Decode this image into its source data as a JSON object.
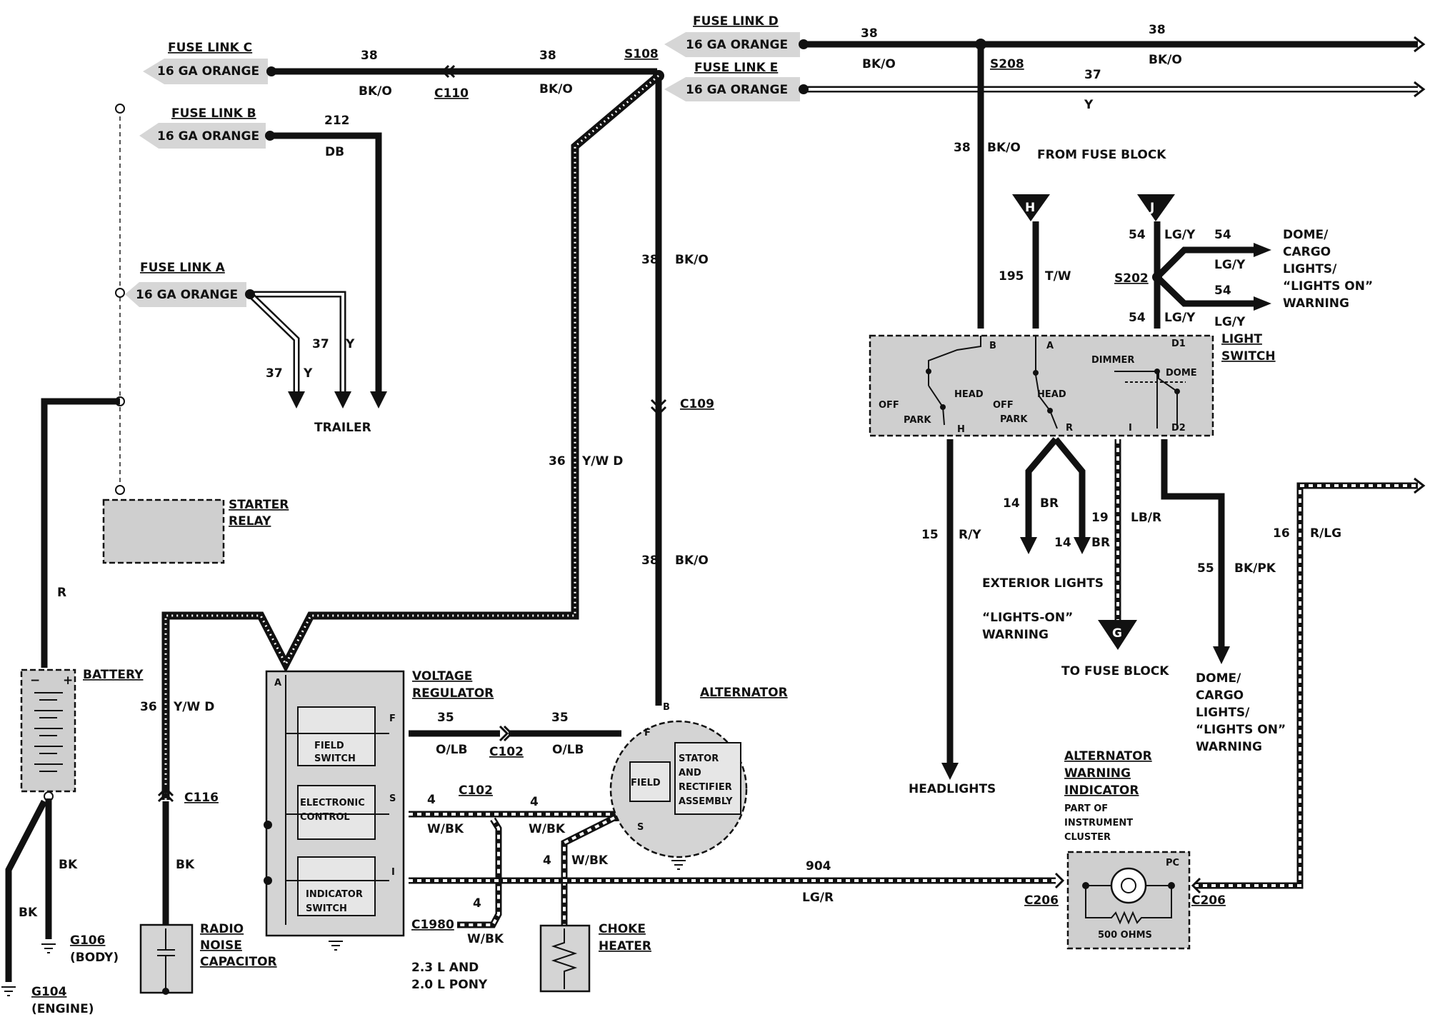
{
  "fuse_links": {
    "c": {
      "title": "FUSE LINK C",
      "spec": "16 GA ORANGE"
    },
    "b": {
      "title": "FUSE LINK B",
      "spec": "16 GA ORANGE"
    },
    "a": {
      "title": "FUSE LINK A",
      "spec": "16 GA ORANGE"
    },
    "d": {
      "title": "FUSE LINK D",
      "spec": "16 GA ORANGE"
    },
    "e": {
      "title": "FUSE LINK E",
      "spec": "16 GA ORANGE"
    }
  },
  "splices": {
    "s108": "S108",
    "s208": "S208",
    "s202": "S202"
  },
  "connectors": {
    "c110": "C110",
    "c109": "C109",
    "c116": "C116",
    "c102a": "C102",
    "c102b": "C102",
    "c1980": "C1980",
    "c206a": "C206",
    "c206b": "C206"
  },
  "wires": {
    "w38": "38",
    "bko": "BK/O",
    "w212": "212",
    "db": "DB",
    "w37": "37",
    "y": "Y",
    "w36": "36",
    "ywd": "Y/W D",
    "w35": "35",
    "olb": "O/LB",
    "w4": "4",
    "wbk": "W/BK",
    "w904": "904",
    "lgr": "LG/R",
    "w195": "195",
    "tw": "T/W",
    "w54": "54",
    "lgy": "LG/Y",
    "w14": "14",
    "br": "BR",
    "w15": "15",
    "ry": "R/Y",
    "w19": "19",
    "lbr": "LB/R",
    "w55": "55",
    "bkpk": "BK/PK",
    "w16": "16",
    "rlg": "R/LG",
    "r": "R",
    "bk": "BK"
  },
  "components": {
    "starter_relay": [
      "STARTER",
      "RELAY"
    ],
    "battery": "BATTERY",
    "battery_plus": "+",
    "battery_minus": "−",
    "voltage_regulator": [
      "VOLTAGE",
      "REGULATOR"
    ],
    "alternator": "ALTERNATOR",
    "field_switch": [
      "FIELD",
      "SWITCH"
    ],
    "electronic_control": [
      "ELECTRONIC",
      "CONTROL"
    ],
    "indicator_switch": [
      "INDICATOR",
      "SWITCH"
    ],
    "field": "FIELD",
    "stator": [
      "STATOR",
      "AND",
      "RECTIFIER",
      "ASSEMBLY"
    ],
    "radio_cap": [
      "RADIO",
      "NOISE",
      "CAPACITOR"
    ],
    "choke_heater": [
      "CHOKE",
      "HEATER"
    ],
    "light_switch": [
      "LIGHT",
      "SWITCH"
    ],
    "alt_warning": [
      "ALTERNATOR",
      "WARNING",
      "INDICATOR"
    ],
    "alt_warning_sub": [
      "PART OF",
      "INSTRUMENT",
      "CLUSTER"
    ],
    "ohms": "500 OHMS"
  },
  "terminals": {
    "a": "A",
    "f": "F",
    "s": "S",
    "i": "I",
    "b": "B",
    "d1": "D1",
    "d2": "D2",
    "h": "H",
    "r": "R",
    "pc": "PC",
    "off": "OFF",
    "park": "PARK",
    "head": "HEAD",
    "dimmer": "DIMMER",
    "dome": "DOME"
  },
  "grounds": {
    "g106": "G106",
    "g106_sub": "(BODY)",
    "g104": "G104",
    "g104_sub": "(ENGINE)"
  },
  "destinations": {
    "trailer": "TRAILER",
    "from_fuse_block": "FROM FUSE BLOCK",
    "to_fuse_block": "TO FUSE BLOCK",
    "exterior_lights": "EXTERIOR LIGHTS",
    "lights_on_warning": [
      "“LIGHTS-ON”",
      "WARNING"
    ],
    "headlights": "HEADLIGHTS",
    "dome_top": [
      "DOME/",
      "CARGO",
      "LIGHTS/",
      "“LIGHTS ON”",
      "WARNING"
    ],
    "dome_bottom": [
      "DOME/",
      "CARGO",
      "LIGHTS/",
      "“LIGHTS ON”",
      "WARNING"
    ],
    "engine_note": [
      "2.3 L AND",
      "2.0 L PONY"
    ]
  },
  "markers": {
    "h": "H",
    "j": "J",
    "g": "G"
  }
}
